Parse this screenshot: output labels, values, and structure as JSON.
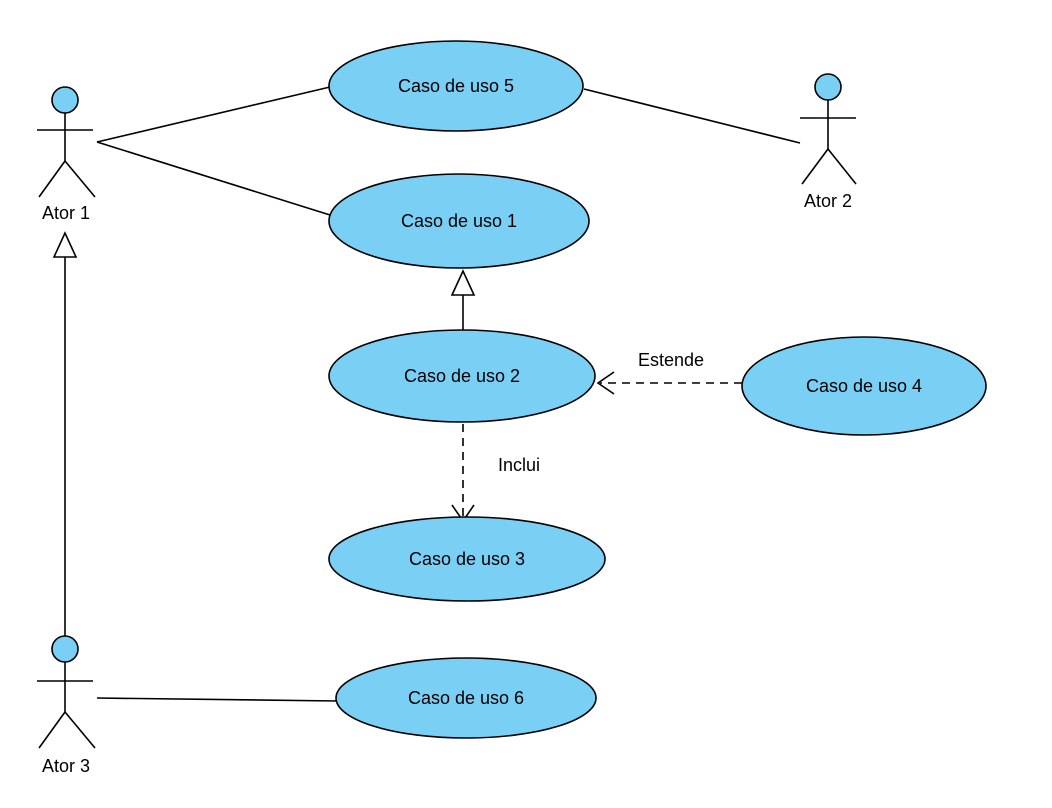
{
  "diagram": {
    "use_case_fill": "#7ACFF5",
    "actor_head_fill": "#7ACFF5",
    "stroke": "#000000",
    "actors": {
      "ator1": "Ator 1",
      "ator2": "Ator 2",
      "ator3": "Ator 3"
    },
    "use_cases": {
      "uc1": "Caso de uso 1",
      "uc2": "Caso de uso 2",
      "uc3": "Caso de uso 3",
      "uc4": "Caso de uso 4",
      "uc5": "Caso de uso 5",
      "uc6": "Caso de uso 6"
    },
    "relations": {
      "extend_label": "Estende",
      "include_label": "Inclui"
    }
  }
}
